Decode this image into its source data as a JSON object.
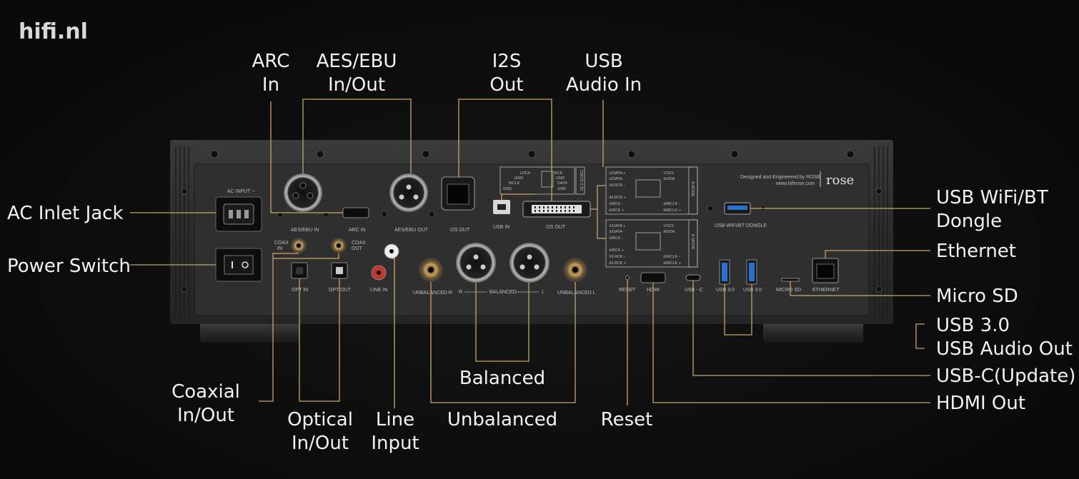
{
  "watermark": "hifi.nl",
  "callouts": {
    "arc_in": [
      "ARC",
      "In"
    ],
    "aes_ebu": [
      "AES/EBU",
      "In/Out"
    ],
    "i2s_out": [
      "I2S",
      "Out"
    ],
    "usb_audio_in": [
      "USB",
      "Audio In"
    ],
    "ac_inlet": "AC Inlet Jack",
    "power_switch": "Power Switch",
    "usb_wifi_bt": [
      "USB WiFi/BT",
      "Dongle"
    ],
    "ethernet": "Ethernet",
    "micro_sd": "Micro SD",
    "usb30": [
      "USB 3.0",
      "USB Audio Out"
    ],
    "usb_c": "USB-C(Update)",
    "hdmi_out": "HDMI Out",
    "coaxial": [
      "Coaxial",
      "In/Out"
    ],
    "optical": [
      "Optical",
      "In/Out"
    ],
    "line_input": [
      "Line",
      "Input"
    ],
    "balanced": "Balanced",
    "unbalanced": "Unbalanced",
    "reset": "Reset"
  },
  "panel": {
    "ac_input": "AC INPUT ~",
    "aes_ebu_in": "AES/EBU IN",
    "arc_in": "ARC IN",
    "aes_ebu_out": "AES/EBU OUT",
    "i2s_out": "I2S OUT",
    "usb_in": "USB IN",
    "i2s_out_dvi": "I2S OUT",
    "coax_in": [
      "COAX",
      "IN"
    ],
    "coax_out": [
      "COAX",
      "OUT"
    ],
    "opt_in": "OPT IN",
    "opt_out": "OPT OUT",
    "line_in": "LINE IN",
    "unbalanced_r": "UNBALANCED R",
    "balanced": "BALANCED",
    "r": "R",
    "l": "L",
    "unbalanced_l": "UNBALANCED L",
    "reset": "RESET",
    "hdmi": "HDMI",
    "usb_c": "USB - C",
    "usb30a": "USB 3.0",
    "usb30b": "USB 3.0",
    "micro_sd": "MICRO SD",
    "ethernet": "ETHERNET",
    "usb_wifi_dongle": "USB WIFI/BT DONGLE",
    "designed": "Designed and Engineered by ROSE",
    "website": "www.hifirose.com",
    "brand": "rose",
    "a_mode": "A MODE",
    "b_mode": "B MODE",
    "cmos": "CMOS 3.3V",
    "rj45_pins": [
      "LRCK",
      "GND",
      "MCLK",
      "GND",
      "BCK",
      "GND",
      "DATA",
      "GND"
    ],
    "a_mode_pins": [
      "①DATA +",
      "②DATA -",
      "③LRCK -",
      "④LRCK +",
      "⑤BCK -",
      "⑥BCK +",
      "⑦SCL",
      "⑧SDA",
      "⑨MCLK -",
      "⑩MCLK +"
    ],
    "b_mode_pins": [
      "①DATA +",
      "②DATA -",
      "③BCK -",
      "④BCK +",
      "⑤LRCK -",
      "⑥LRCK +",
      "⑦SCL",
      "⑧SDA",
      "⑨MCLK -",
      "⑩MCLK +"
    ]
  },
  "colors": {
    "leader": "#c9a36a",
    "text": "#f2f2f2",
    "chassis": "#2a2a2a"
  }
}
